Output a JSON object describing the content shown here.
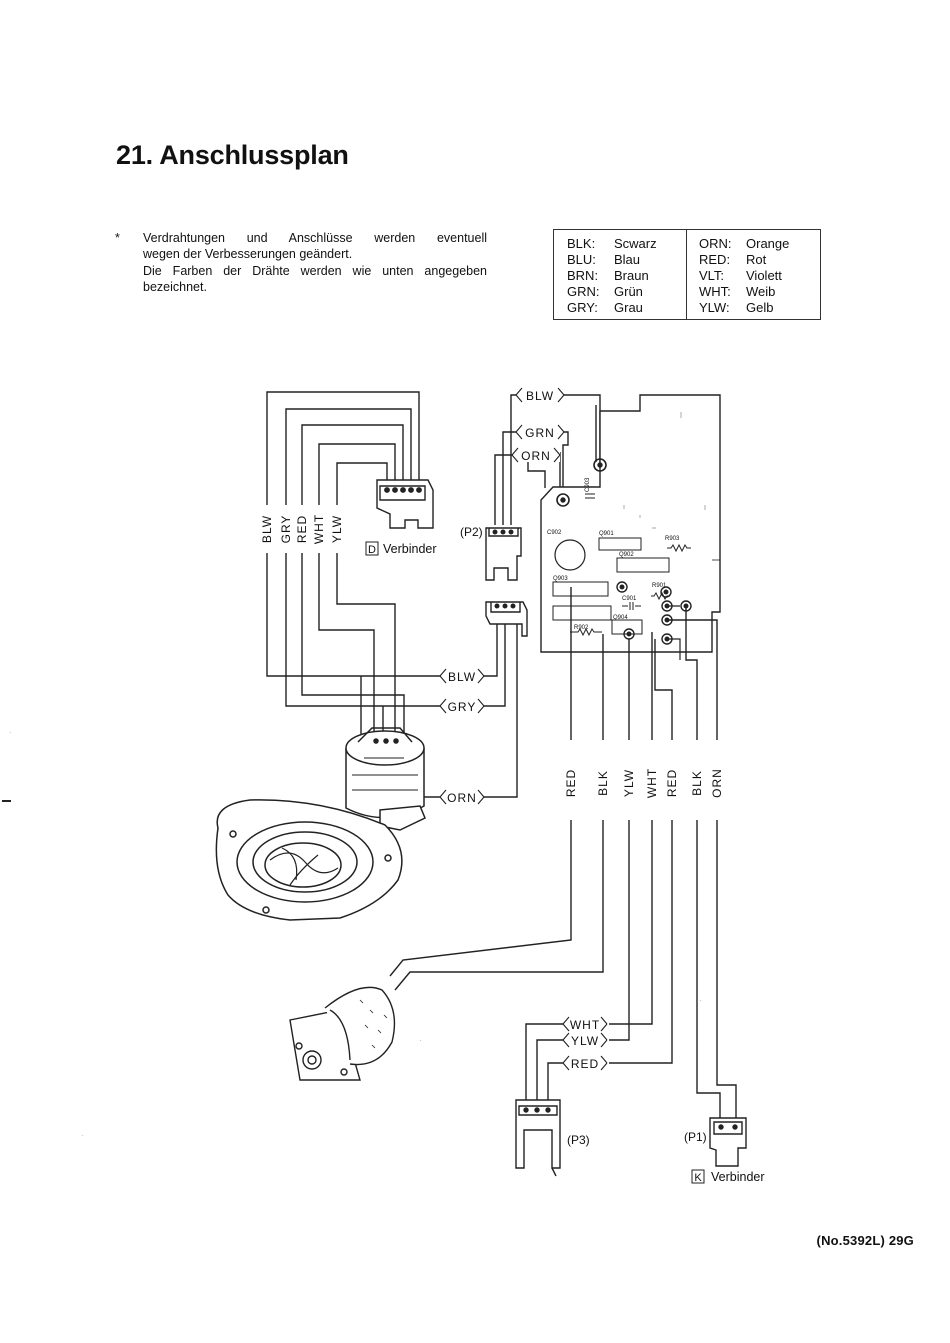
{
  "heading": "21. Anschlussplan",
  "note": {
    "bullet": "*",
    "line1": "Verdrahtungen und Anschlüsse werden eventuell",
    "line2": "wegen der Verbesserungen geändert.",
    "line3": "Die Farben der Drähte werden wie unten angegeben",
    "line4": "bezeichnet."
  },
  "color_legend": {
    "left": [
      {
        "code": "BLK:",
        "name": "Scwarz"
      },
      {
        "code": "BLU:",
        "name": "Blau"
      },
      {
        "code": "BRN:",
        "name": "Braun"
      },
      {
        "code": "GRN:",
        "name": "Grün"
      },
      {
        "code": "GRY:",
        "name": "Grau"
      }
    ],
    "right": [
      {
        "code": "ORN:",
        "name": "Orange"
      },
      {
        "code": "RED:",
        "name": "Rot"
      },
      {
        "code": "VLT:",
        "name": "Violett"
      },
      {
        "code": "WHT:",
        "name": "Weib"
      },
      {
        "code": "YLW:",
        "name": "Gelb"
      }
    ]
  },
  "wire_labels": {
    "vertical_left": [
      "BLW",
      "GRY",
      "RED",
      "WHT",
      "YLW"
    ],
    "top": [
      "BLW",
      "GRN",
      "ORN"
    ],
    "mid_left": [
      "BLW",
      "GRY",
      "ORN"
    ],
    "vertical_right": [
      "RED",
      "BLK",
      "YLW",
      "WHT",
      "RED",
      "BLK",
      "ORN"
    ],
    "bottom": [
      "WHT",
      "YLW",
      "RED"
    ]
  },
  "connectors": {
    "p2": "(P2)",
    "p3": "(P3)",
    "p1": "(P1)",
    "d_letter": "D",
    "d_label": "Verbinder",
    "k_letter": "K",
    "k_label": "Verbinder"
  },
  "pcb_labels": [
    "C903",
    "C902",
    "Q901",
    "Q902",
    "R903",
    "Q903",
    "R901",
    "C901",
    "Q904",
    "R902"
  ],
  "page_number": "(No.5392L)  29G"
}
